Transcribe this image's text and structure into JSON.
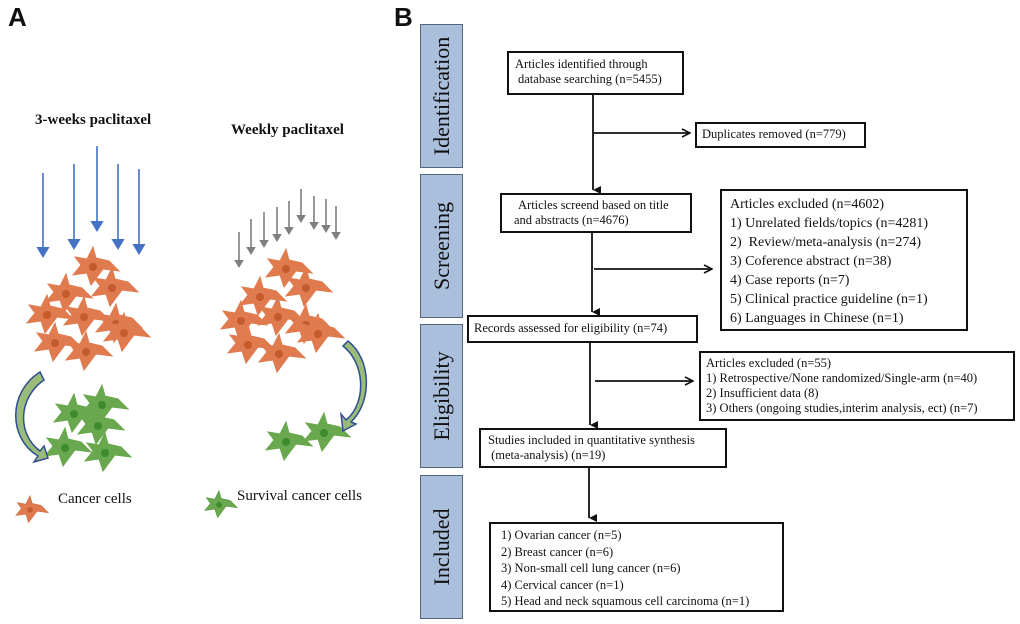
{
  "panel_a": {
    "letter": "A",
    "left_heading": "3-weeks paclitaxel",
    "right_heading": "Weekly paclitaxel",
    "legend": {
      "cancer_cells": "Cancer cells",
      "survival_cells": "Survival cancer cells"
    },
    "colors": {
      "three_week_arrows": "#4472c4",
      "weekly_arrows": "#7f7f7f",
      "cancer_cell": "#e07b4f",
      "cancer_nucleus": "#c55a2a",
      "survival_cell": "#6aa84f",
      "survival_nucleus": "#3d8b2a",
      "curved_arrow_fill": "#9bbb7a",
      "curved_arrow_outline": "#2f4f8f"
    },
    "left_arrow_count": 5,
    "right_arrow_count": 9,
    "left_cancer_cell_count": 9,
    "left_survival_cell_count": 5,
    "right_cancer_cell_count": 9,
    "right_survival_cell_count": 2
  },
  "panel_b": {
    "letter": "B",
    "stages": [
      "Identification",
      "Screening",
      "Eligibility",
      "Included"
    ],
    "stage_color": "#a9bfdc",
    "identified": [
      "Articles identified through",
      "database searching (n=5455)"
    ],
    "duplicates": "Duplicates removed (n=779)",
    "screened": [
      "Articles screend based on title",
      "and abstracts (n=4676)"
    ],
    "excluded_screening": [
      "Articles excluded (n=4602)",
      "1) Unrelated fields/topics (n=4281)",
      "2)  Review/meta-analysis (n=274)",
      "3) Coference abstract (n=38)",
      "4) Case reports (n=7)",
      "5) Clinical practice guideline (n=1)",
      "6) Languages in Chinese (n=1)"
    ],
    "eligibility": "Records assessed for eligibility (n=74)",
    "excluded_eligibility": [
      "Articles excluded (n=55)",
      "1) Retrospective/None randomized/Single-arm (n=40)",
      "2) Insufficient data (8)",
      "3) Others (ongoing studies,interim analysis, ect) (n=7)"
    ],
    "studies_included": [
      "Studies included in quantitative synthesis",
      " (meta-analysis) (n=19)"
    ],
    "included_list": [
      "1) Ovarian cancer (n=5)",
      "2) Breast cancer (n=6)",
      "3) Non-small cell lung cancer (n=6)",
      "4) Cervical cancer (n=1)",
      "5) Head and neck squamous cell carcinoma (n=1)"
    ]
  }
}
